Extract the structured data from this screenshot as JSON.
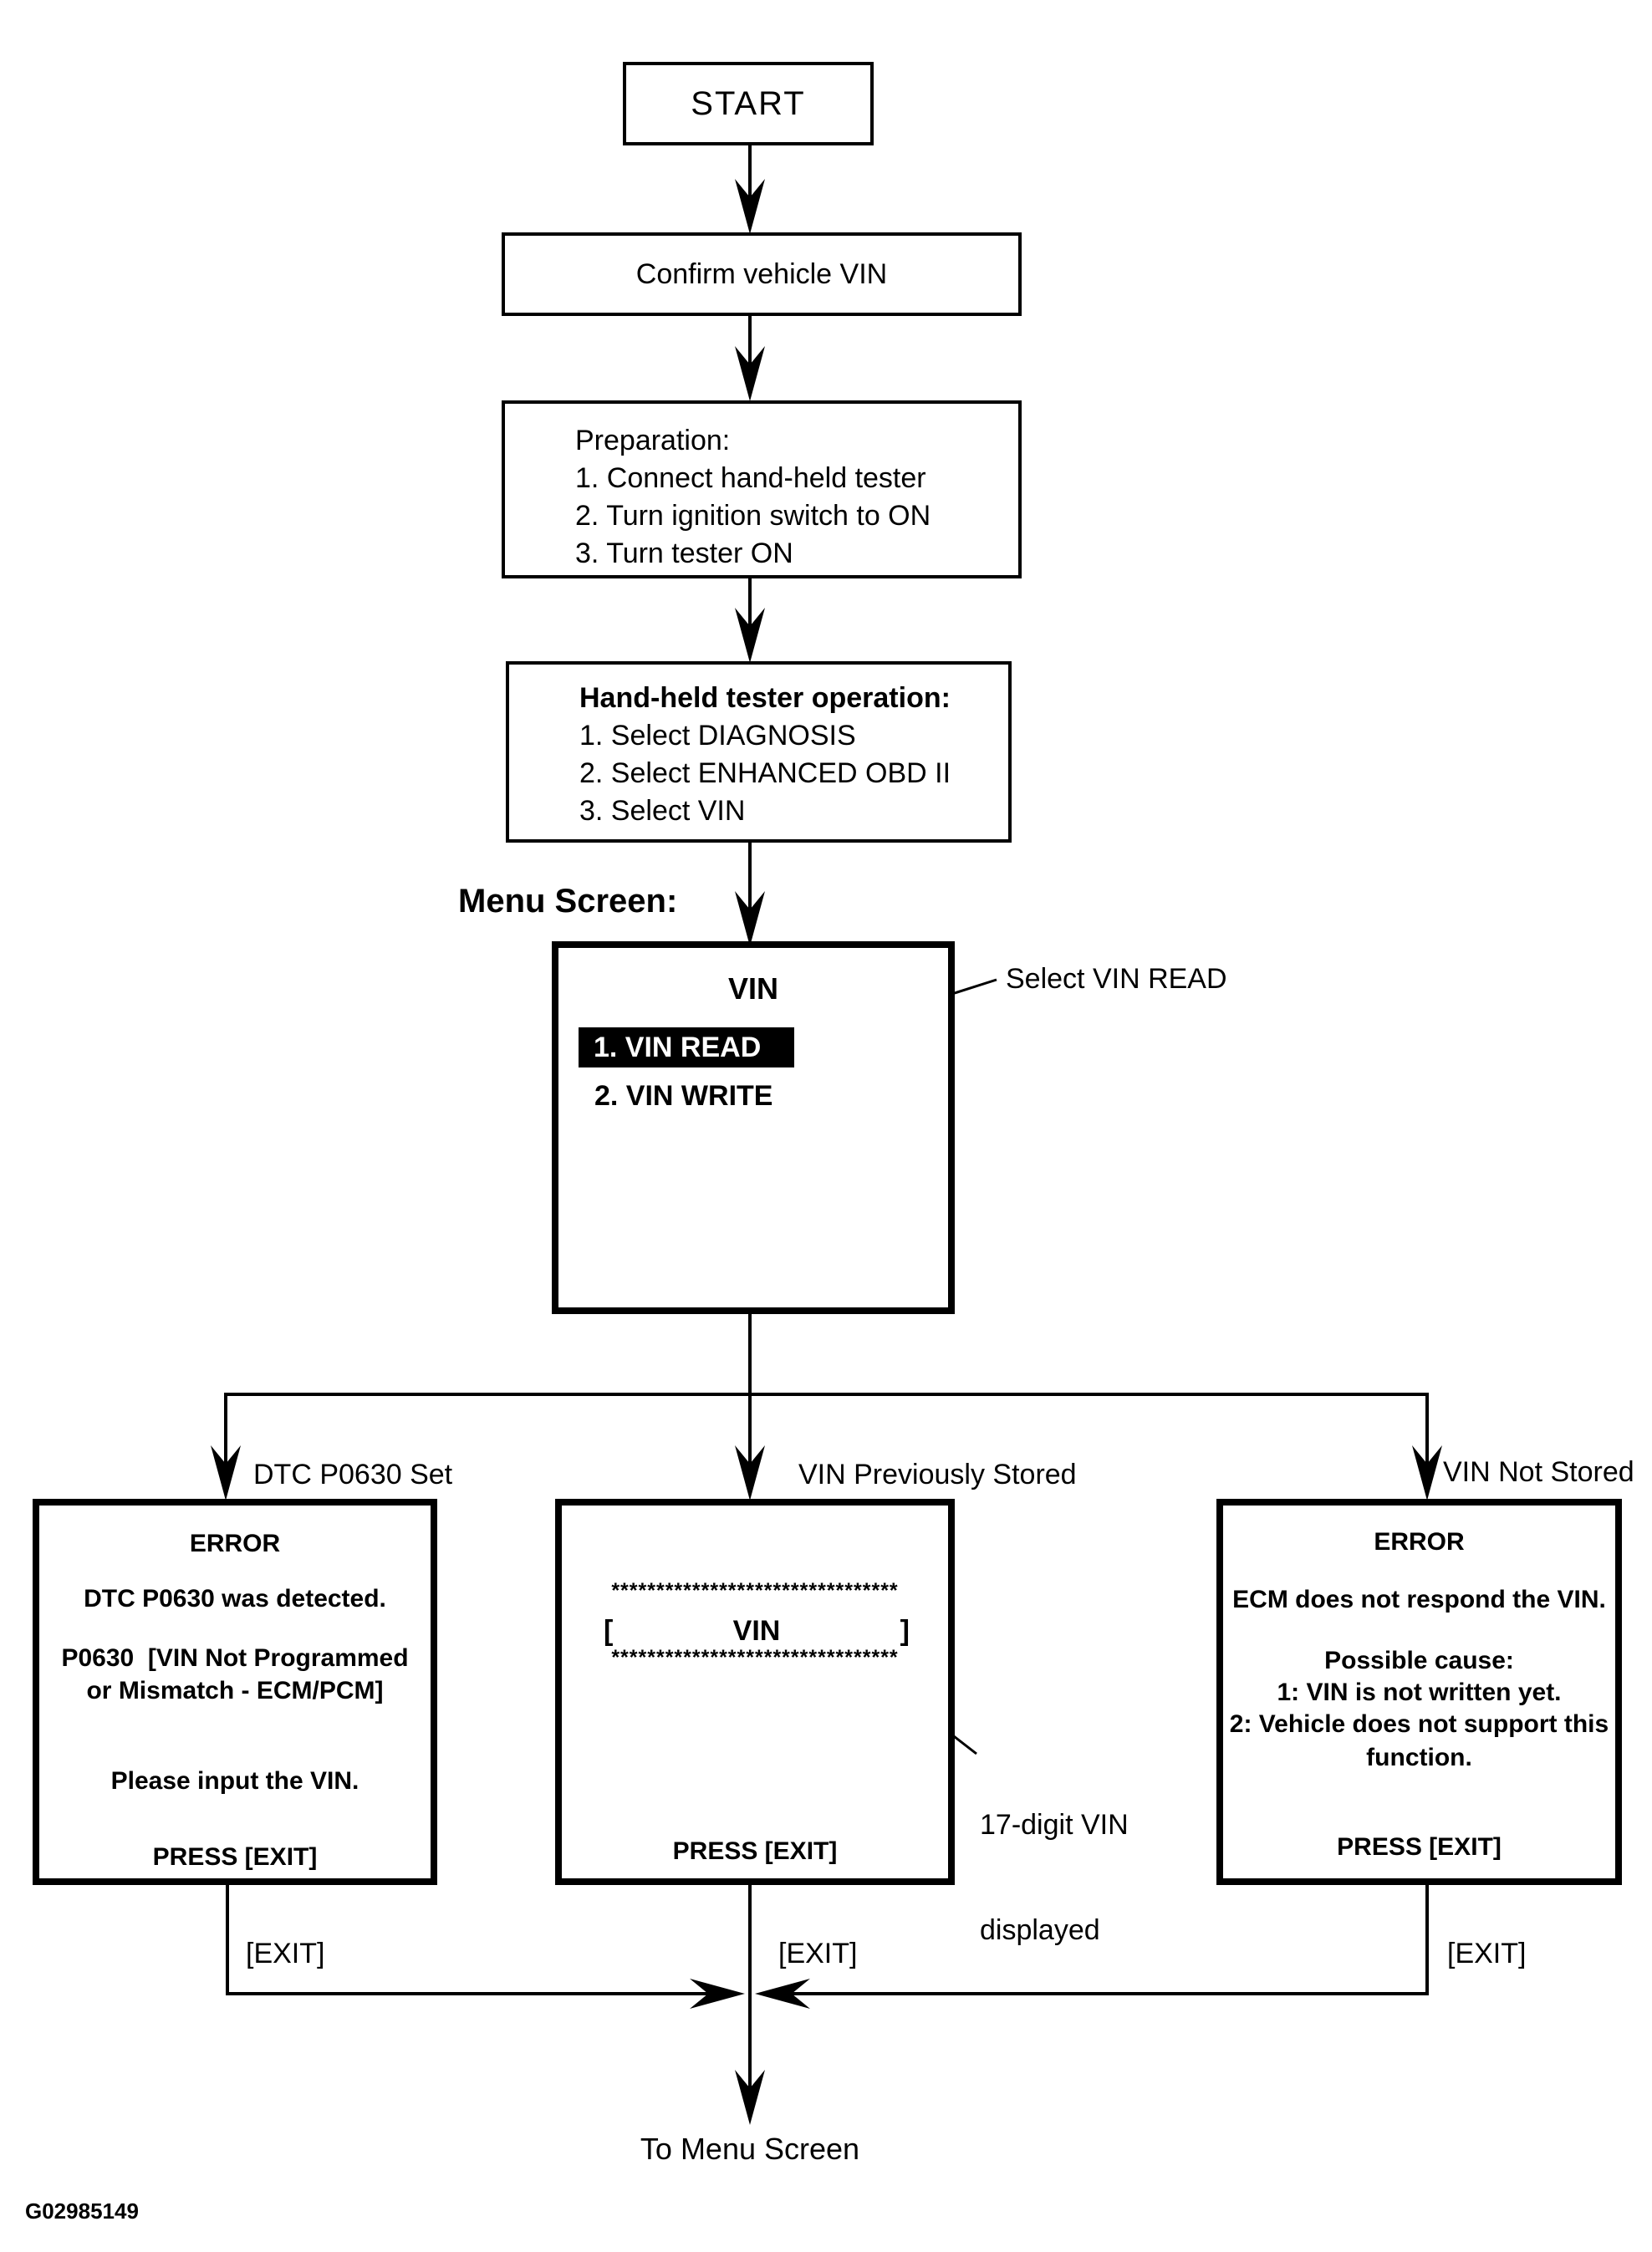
{
  "diagram": {
    "figure_code": "G02985149",
    "colors": {
      "ink": "#000000",
      "background": "#ffffff",
      "highlight_bg": "#000000",
      "highlight_text": "#ffffff"
    },
    "nodes": {
      "start": {
        "label": "START"
      },
      "confirm": {
        "label": "Confirm vehicle VIN"
      },
      "preparation": {
        "lines": [
          "Preparation:",
          "1. Connect hand-held tester",
          "2. Turn ignition switch to ON",
          "3. Turn tester ON"
        ]
      },
      "tester_operation": {
        "title": "Hand-held tester operation:",
        "steps": [
          "1. Select DIAGNOSIS",
          "2. Select ENHANCED OBD II",
          "3. Select VIN"
        ]
      },
      "menu": {
        "heading_label": "Menu Screen:",
        "title": "VIN",
        "item_selected": "1. VIN READ",
        "item_other": "2. VIN WRITE",
        "callout": "Select VIN READ"
      },
      "branch_left": {
        "label": "DTC P0630 Set",
        "lines": [
          "ERROR",
          "DTC P0630 was detected.",
          "P0630  [VIN Not Programmed",
          "or Mismatch - ECM/PCM]",
          "Please input the VIN.",
          "PRESS [EXIT]"
        ]
      },
      "branch_middle": {
        "label": "VIN Previously Stored",
        "asterisks": "********************************",
        "bracket_open": "[",
        "vin": "VIN",
        "bracket_close": "]",
        "press_exit": "PRESS [EXIT]",
        "callout": [
          "17-digit VIN",
          "displayed"
        ]
      },
      "branch_right": {
        "label": "VIN Not Stored",
        "lines": [
          "ERROR",
          "ECM does not respond the VIN.",
          "Possible cause:",
          "1: VIN is not written yet.",
          "2: Vehicle does not support this",
          "function.",
          "PRESS [EXIT]"
        ]
      },
      "exits": {
        "left": "[EXIT]",
        "middle": "[EXIT]",
        "right": "[EXIT]"
      },
      "to_menu": "To Menu Screen"
    }
  }
}
